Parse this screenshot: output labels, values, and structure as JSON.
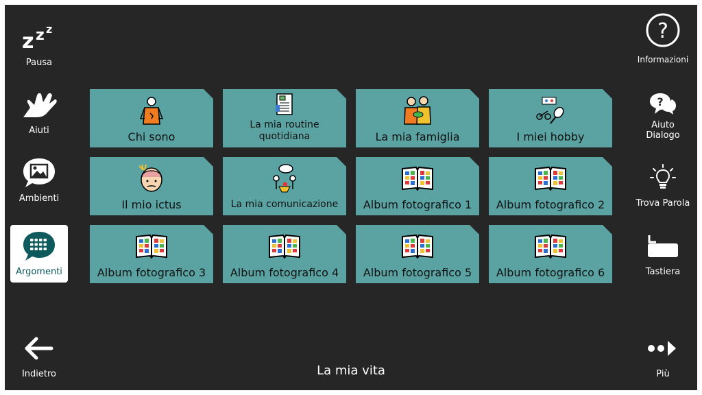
{
  "left_nav": [
    {
      "label": "Pausa",
      "icon": "sleep-icon"
    },
    {
      "label": "Aiuti",
      "icon": "hand-icon"
    },
    {
      "label": "Ambienti",
      "icon": "image-icon"
    },
    {
      "label": "Argomenti",
      "icon": "grid-chat-icon",
      "active": true
    },
    {
      "label": "Indietro",
      "icon": "back-arrow-icon"
    }
  ],
  "right_nav": [
    {
      "label": "Informazioni",
      "icon": "help-icon"
    },
    {
      "label": "Aiuto Dialogo",
      "icon": "chat-help-icon"
    },
    {
      "label": "Trova Parola",
      "icon": "lightbulb-icon"
    },
    {
      "label": "Tastiera",
      "icon": "keyboard-icon"
    },
    {
      "label": "Più",
      "icon": "more-arrow-icon"
    }
  ],
  "tiles": [
    {
      "label": "Chi sono",
      "icon": "person-icon"
    },
    {
      "label": "La mia routine quotidiana",
      "icon": "schedule-icon"
    },
    {
      "label": "La mia famiglia",
      "icon": "family-icon"
    },
    {
      "label": "I miei hobby",
      "icon": "hobby-icon"
    },
    {
      "label": "Il mio ictus",
      "icon": "head-stroke-icon"
    },
    {
      "label": "La mia comunicazione",
      "icon": "communication-icon"
    },
    {
      "label": "Album fotografico 1",
      "icon": "photo-album-icon"
    },
    {
      "label": "Album fotografico 2",
      "icon": "photo-album-icon"
    },
    {
      "label": "Album fotografico 3",
      "icon": "photo-album-icon"
    },
    {
      "label": "Album fotografico 4",
      "icon": "photo-album-icon"
    },
    {
      "label": "Album fotografico 5",
      "icon": "photo-album-icon"
    },
    {
      "label": "Album fotografico 6",
      "icon": "photo-album-icon"
    }
  ],
  "page_title": "La mia vita",
  "colors": {
    "background": "#262626",
    "tile": "#5ba3a3",
    "accent": "#0e5a5c"
  }
}
